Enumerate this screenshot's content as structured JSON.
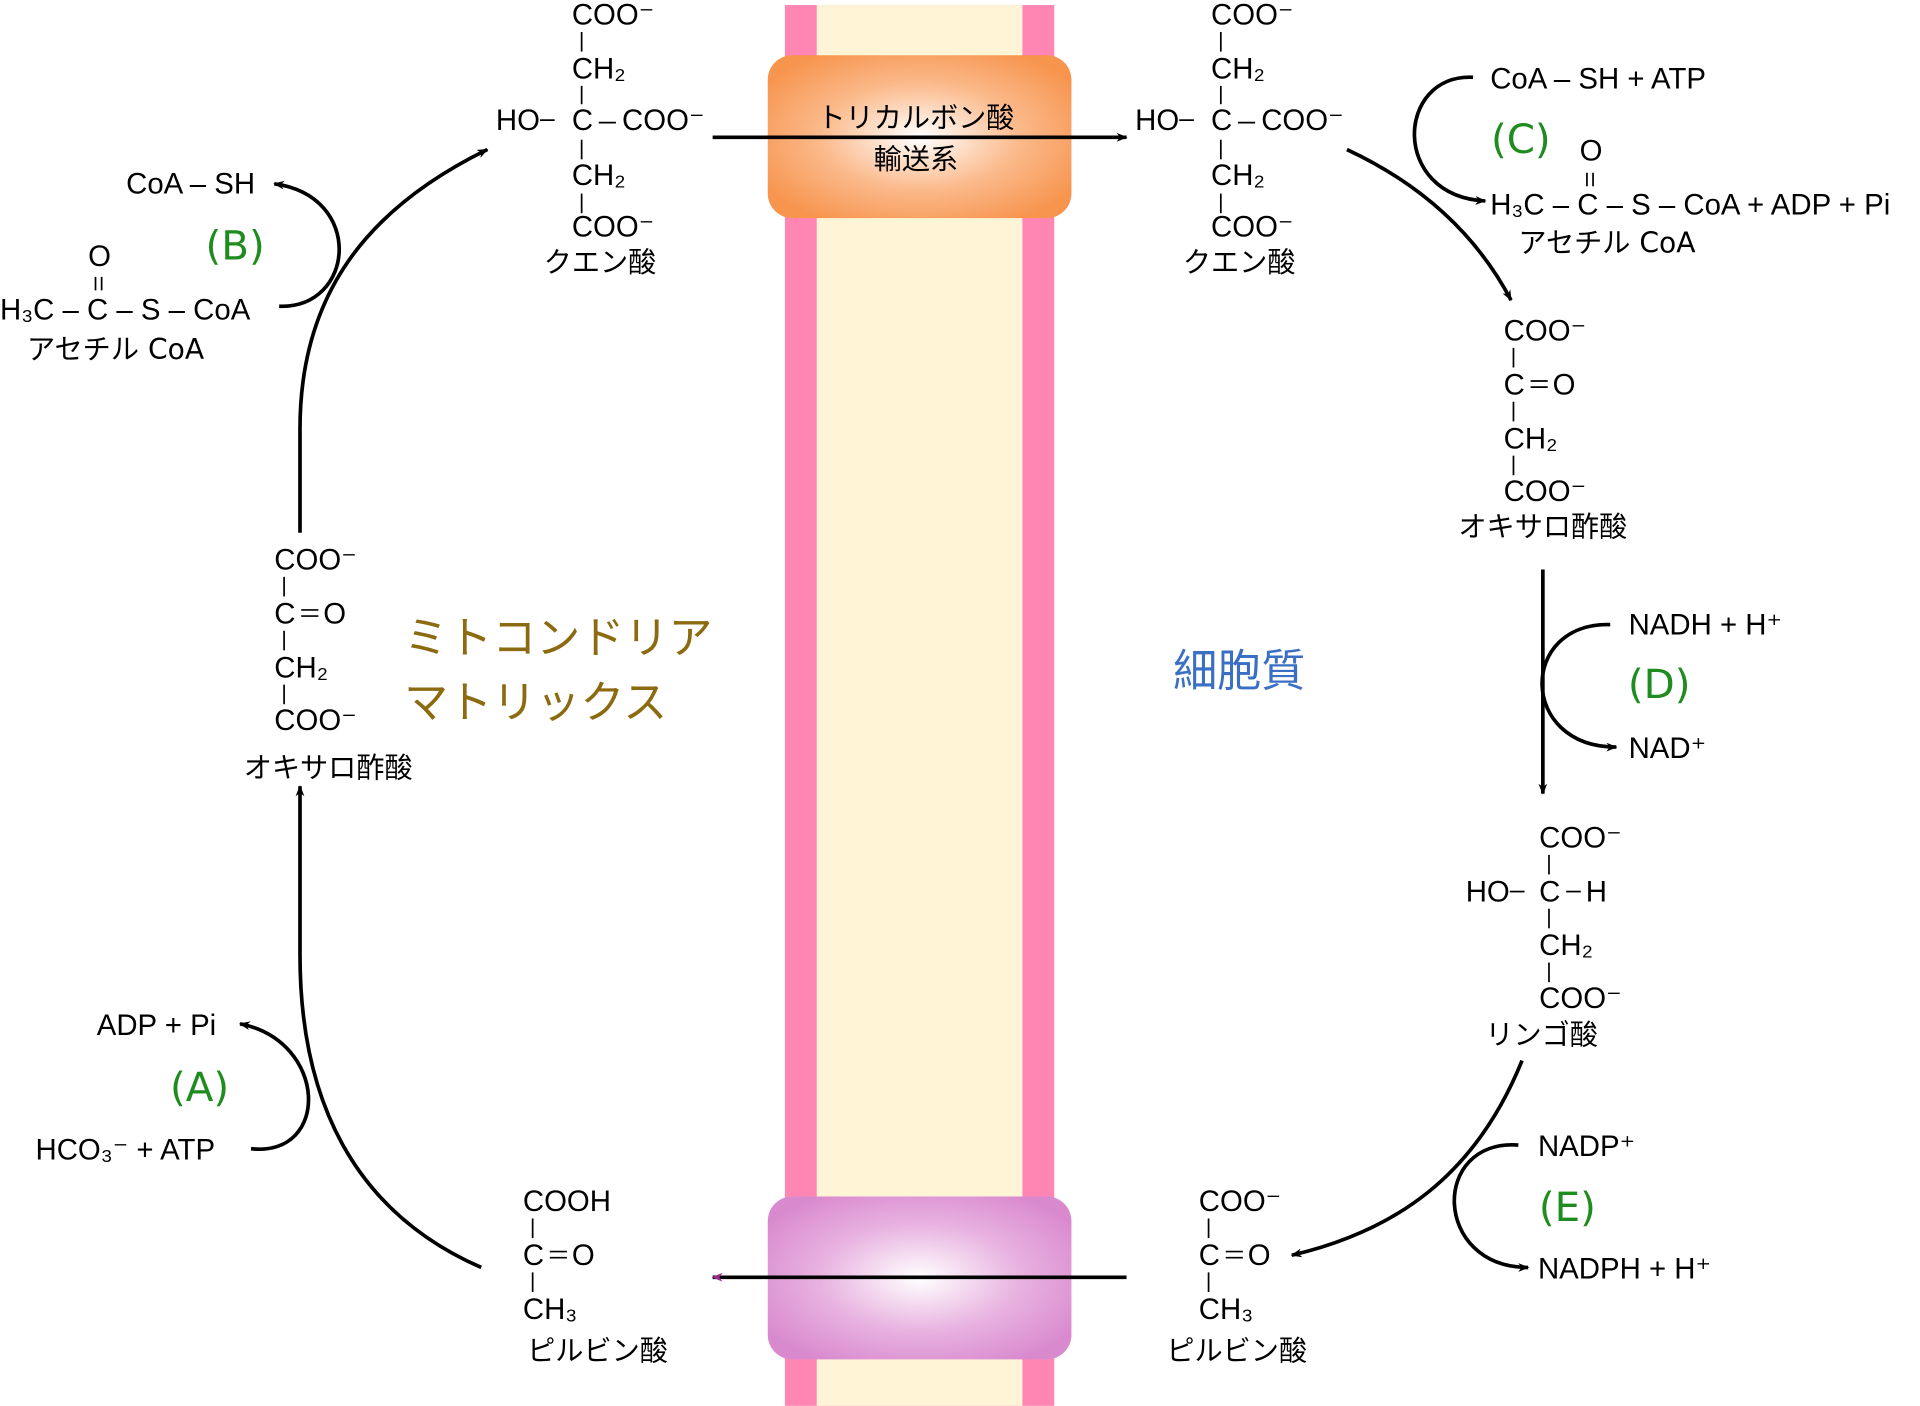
{
  "colors": {
    "membrane": "#ff85b3",
    "intermembrane": "#fff4d6",
    "transporter_top": "#f7954f",
    "transporter_bottom": "#d98acf",
    "matrix_label": "#8b6a10",
    "cytosol_label": "#3a6fc4",
    "step_label": "#1f8c1f"
  },
  "transporter": {
    "line1": "トリカルボン酸",
    "line2": "輸送系"
  },
  "regions": {
    "matrix_line1": "ミトコンドリア",
    "matrix_line2": "マトリックス",
    "cytosol": "細胞質"
  },
  "steps": {
    "a": "(A)",
    "b": "(B)",
    "c": "(C)",
    "d": "(D)",
    "e": "(E)"
  },
  "citrate": {
    "r1": "COO⁻",
    "r2": "CH₂",
    "r3_left": "HO",
    "r3_c": "C",
    "r3_right": "COO⁻",
    "r4": "CH₂",
    "r5": "COO⁻",
    "name": "クエン酸"
  },
  "oxaloacetate": {
    "r1": "COO⁻",
    "r2": "C",
    "r2b": "O",
    "r3": "CH₂",
    "r4": "COO⁻",
    "name": "オキサロ酢酸"
  },
  "malate": {
    "r1": "COO⁻",
    "r2_left": "HO",
    "r2_c": "C",
    "r2_right": "H",
    "r3": "CH₂",
    "r4": "COO⁻",
    "name": "リンゴ酸"
  },
  "pyruvate_cytosol": {
    "r1": "COO⁻",
    "r2": "C",
    "r2b": "O",
    "r3": "CH₃",
    "name": "ピルビン酸"
  },
  "pyruvate_matrix": {
    "r1": "COOH",
    "r2": "C",
    "r2b": "O",
    "r3": "CH₃",
    "name": "ピルビン酸"
  },
  "reaction_a": {
    "product": "ADP + Pi",
    "substrate": "HCO₃⁻ + ATP"
  },
  "reaction_b": {
    "product": "CoA – SH",
    "acetyl_o": "O",
    "acetyl_formula": "H₃C – C – S – CoA",
    "acetyl_name": "アセチル  CoA"
  },
  "reaction_c": {
    "substrate": "CoA – SH + ATP",
    "acetyl_o": "O",
    "product_formula": "H₃C – C – S – CoA + ADP + Pi",
    "acetyl_name": "アセチル  CoA"
  },
  "reaction_d": {
    "substrate": "NADH  +  H⁺",
    "product": "NAD⁺"
  },
  "reaction_e": {
    "substrate": "NADP⁺",
    "product": "NADPH   +   H⁺"
  }
}
